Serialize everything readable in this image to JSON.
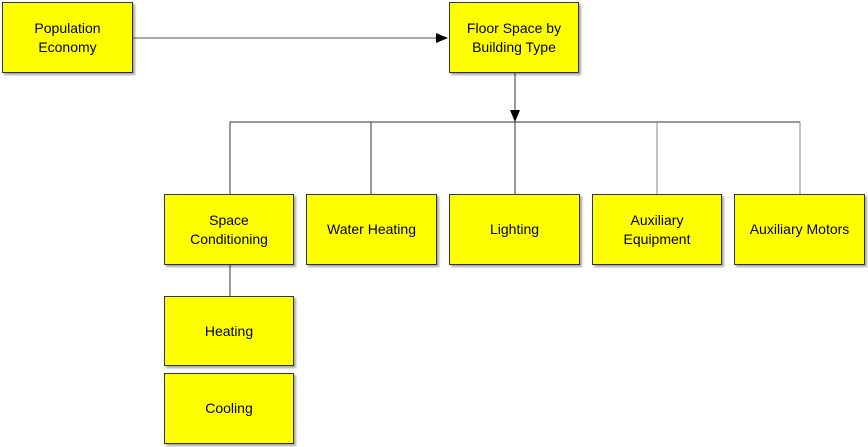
{
  "colors": {
    "box_fill": "#ffff00",
    "box_border": "#333333",
    "connector": "#555555"
  },
  "nodes": {
    "population_economy": "Population\nEconomy",
    "floor_space": "Floor Space by\nBuilding Type",
    "space_conditioning": "Space\nConditioning",
    "water_heating": "Water Heating",
    "lighting": "Lighting",
    "auxiliary_equipment": "Auxiliary\nEquipment",
    "auxiliary_motors": "Auxiliary Motors",
    "heating": "Heating",
    "cooling": "Cooling"
  },
  "edges": [
    {
      "from": "population_economy",
      "to": "floor_space",
      "arrow": true
    },
    {
      "from": "floor_space",
      "to": "space_conditioning",
      "arrow": true
    },
    {
      "from": "floor_space",
      "to": "water_heating",
      "arrow": true
    },
    {
      "from": "floor_space",
      "to": "lighting",
      "arrow": true
    },
    {
      "from": "floor_space",
      "to": "auxiliary_equipment",
      "arrow": true
    },
    {
      "from": "floor_space",
      "to": "auxiliary_motors",
      "arrow": true
    },
    {
      "from": "space_conditioning",
      "to": "heating",
      "arrow": false
    }
  ]
}
